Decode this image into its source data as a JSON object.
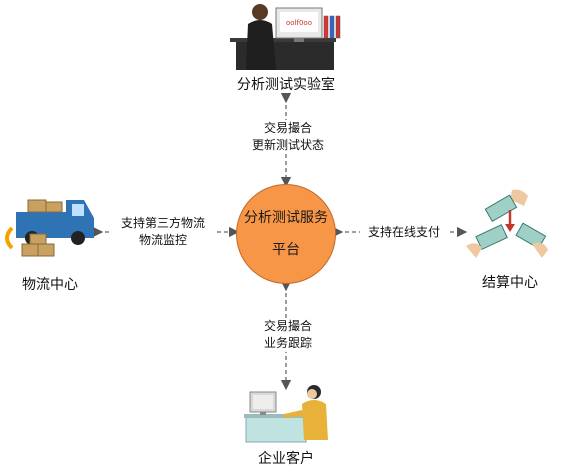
{
  "center": {
    "line1": "分析测试服务",
    "line2": "平台",
    "color": "#f79646"
  },
  "nodes": {
    "lab": {
      "label": "分析测试实验室",
      "icon": "lab-computer-person-icon"
    },
    "logistics": {
      "label": "物流中心",
      "icon": "delivery-truck-icon"
    },
    "settlement": {
      "label": "结算中心",
      "icon": "money-transfer-icon"
    },
    "enterprise": {
      "label": "企业客户",
      "icon": "office-worker-computer-icon"
    }
  },
  "edges": {
    "lab": {
      "line1": "交易撮合",
      "line2": "更新测试状态"
    },
    "logistics": {
      "line1": "支持第三方物流",
      "line2": "物流监控"
    },
    "settlement": {
      "line1": "支持在线支付"
    },
    "enterprise": {
      "line1": "交易撮合",
      "line2": "业务跟踪"
    }
  },
  "colors": {
    "arrow": "#5a5a5a",
    "truck": "#2e74b5",
    "box": "#c8a060"
  }
}
